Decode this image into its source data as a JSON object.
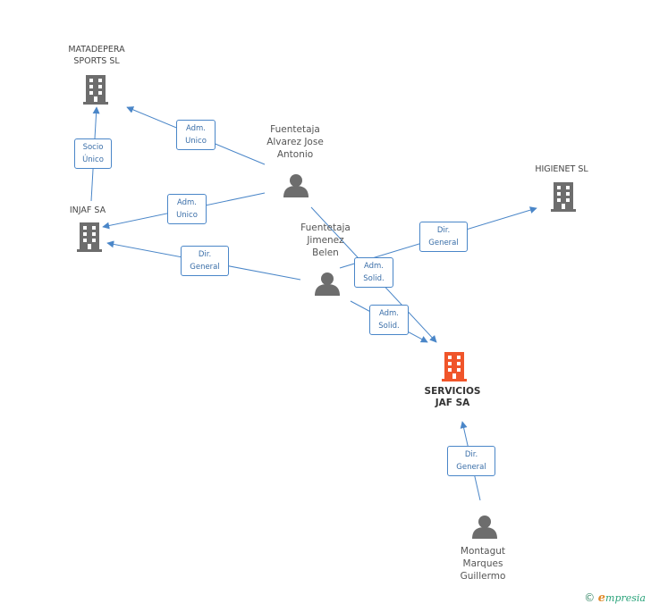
{
  "nodes": {
    "matadepera": {
      "label": "MATADEPERA\nSPORTS SL",
      "type": "company"
    },
    "injaf": {
      "label": "INJAF SA",
      "type": "company"
    },
    "higienet": {
      "label": "HIGIENET SL",
      "type": "company"
    },
    "servicios": {
      "label": "SERVICIOS\nJAF SA",
      "type": "focus-company"
    },
    "fuentetaja_aj": {
      "label": "Fuentetaja\nAlvarez Jose\nAntonio",
      "type": "person"
    },
    "fuentetaja_jb": {
      "label": "Fuentetaja\nJimenez\nBelen",
      "type": "person"
    },
    "montagut": {
      "label": "Montagut\nMarques\nGuillermo",
      "type": "person"
    }
  },
  "edges": [
    {
      "id": "e1",
      "label": "Adm.\nUnico"
    },
    {
      "id": "e2",
      "label": "Socio\nÚnico"
    },
    {
      "id": "e3",
      "label": "Adm.\nUnico"
    },
    {
      "id": "e4",
      "label": "Dir.\nGeneral"
    },
    {
      "id": "e5",
      "label": "Dir.\nGeneral"
    },
    {
      "id": "e6",
      "label": "Adm.\nSolid."
    },
    {
      "id": "e7",
      "label": "Adm.\nSolid."
    },
    {
      "id": "e8",
      "label": "Dir.\nGeneral"
    }
  ],
  "colors": {
    "edge": "#4a86c8",
    "company_icon": "#6d6d6d",
    "focus_icon": "#f0552a",
    "person_icon": "#6d6d6d"
  },
  "footer": {
    "copyright": "©",
    "brand_first": "e",
    "brand_rest": "mpresia"
  }
}
